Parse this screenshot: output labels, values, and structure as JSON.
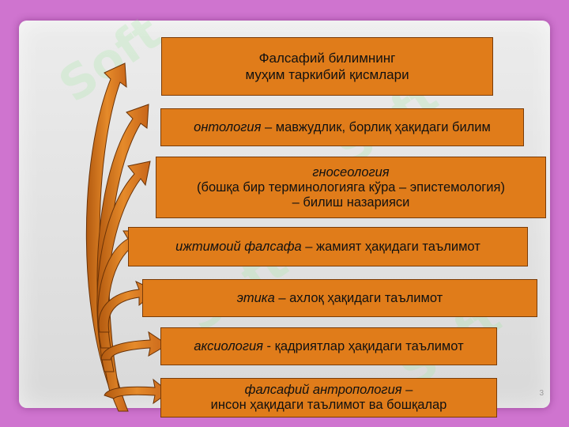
{
  "slide": {
    "title": {
      "line1": "Фалсафий билимнинг",
      "line2": "муҳим таркибий қисмлари"
    },
    "items": [
      {
        "term": "онтология",
        "desc": " – мавжудлик, борлиқ ҳақидаги билим"
      },
      {
        "term": "гносеология",
        "line2": "(бошқа бир терминологияга кўра – эпистемология)",
        "line3": "– билиш назарияси"
      },
      {
        "term": "ижтимоий фалсафа",
        "desc": " – жамият ҳақидаги таълимот"
      },
      {
        "term": "этика",
        "desc": " – ахлоқ ҳақидаги таълимот"
      },
      {
        "term": "аксиология",
        "desc": " - қадриятлар ҳақидаги таълимот"
      },
      {
        "term": "фалсафий антропология",
        "term_suffix": " –",
        "line2": "инсон ҳақидаги таълимот ва бошқалар"
      }
    ],
    "page_number": "3",
    "watermark": "Soft"
  },
  "colors": {
    "background": "#cf74cf",
    "box_fill": "#e07c1a",
    "box_border": "#7a3c08",
    "arrow_fill": "#d9741a",
    "arrow_dark": "#7a3c08"
  }
}
